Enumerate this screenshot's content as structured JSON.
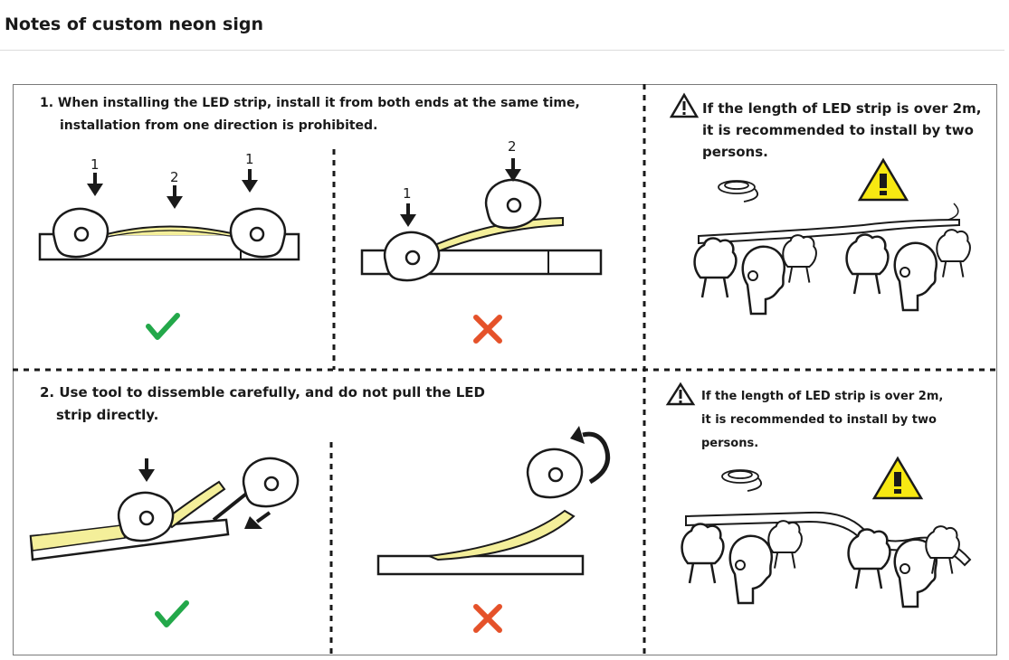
{
  "page": {
    "title": "Notes of custom neon sign"
  },
  "steps": [
    {
      "lines": [
        "1. When installing the LED strip, install it from both ends at the same time,",
        "installation from one direction is prohibited."
      ],
      "correct_labels": [
        "1",
        "2",
        "1"
      ],
      "wrong_labels": [
        "1",
        "2"
      ]
    },
    {
      "lines": [
        "2. Use tool to dissemble carefully, and do not pull the LED",
        "strip directly."
      ]
    }
  ],
  "notes": [
    {
      "lines": [
        "If the length of LED strip is over 2m,",
        "it is recommended to install by two",
        "persons."
      ]
    },
    {
      "lines": [
        "If the length of LED strip is over 2m,",
        "it is recommended to install by two",
        "persons."
      ]
    }
  ],
  "colors": {
    "led_strip": "#f4ef9a",
    "correct_mark": "#23a84a",
    "wrong_mark": "#e5522a",
    "warning_yellow": "#f7e812",
    "outline": "#1a1a1a"
  },
  "icons": {
    "correct": "check-icon",
    "wrong": "cross-icon",
    "warning": "warning-triangle-icon",
    "coil": "led-coil-icon",
    "rotate": "rotate-arrow-icon"
  }
}
